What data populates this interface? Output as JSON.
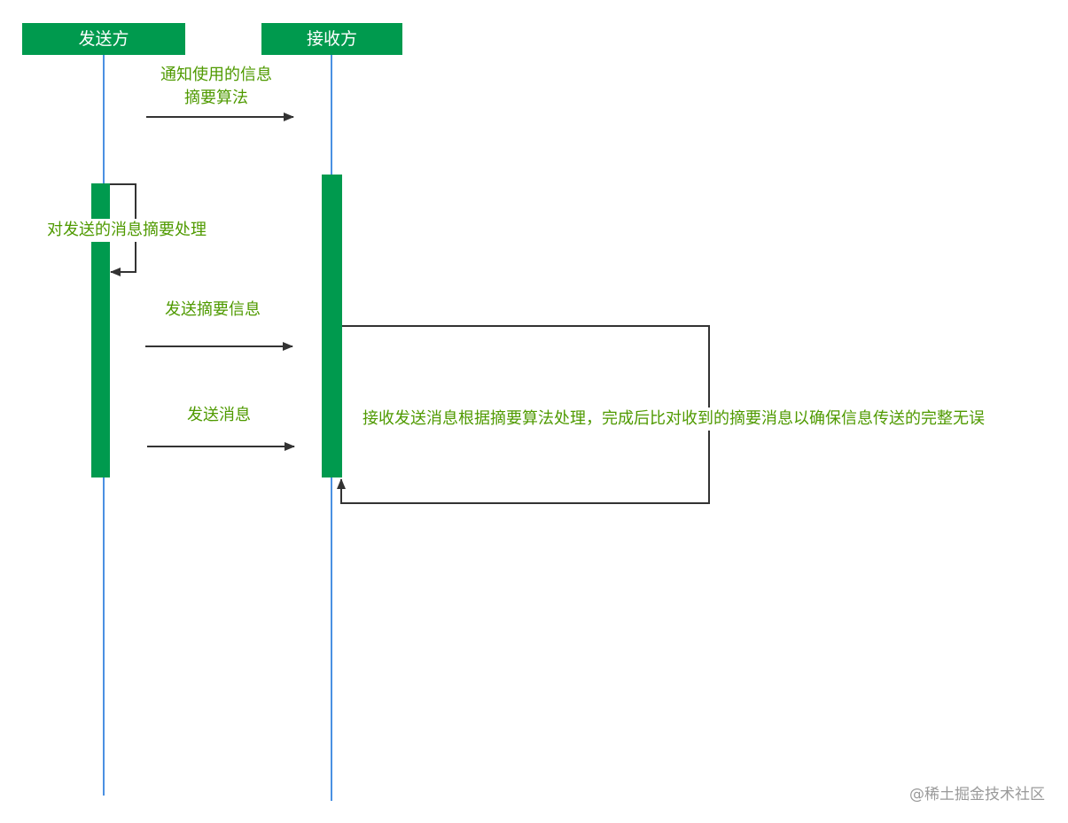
{
  "participants": {
    "sender": "发送方",
    "receiver": "接收方"
  },
  "messages": {
    "notify_line1": "通知使用的信息",
    "notify_line2": "摘要算法",
    "self_digest": "对发送的消息摘要处理",
    "send_digest": "发送摘要信息",
    "send_message": "发送消息",
    "receiver_process": "接收发送消息根据摘要算法处理，完成后比对收到的摘要消息以确保信息传送的完整无误"
  },
  "watermark": "@稀土掘金技术社区",
  "colors": {
    "participant_fill": "#009a4e",
    "activation_fill": "#009a4e",
    "lifeline": "#4a90e2",
    "arrow": "#333333",
    "label_text": "#4f9a00"
  }
}
